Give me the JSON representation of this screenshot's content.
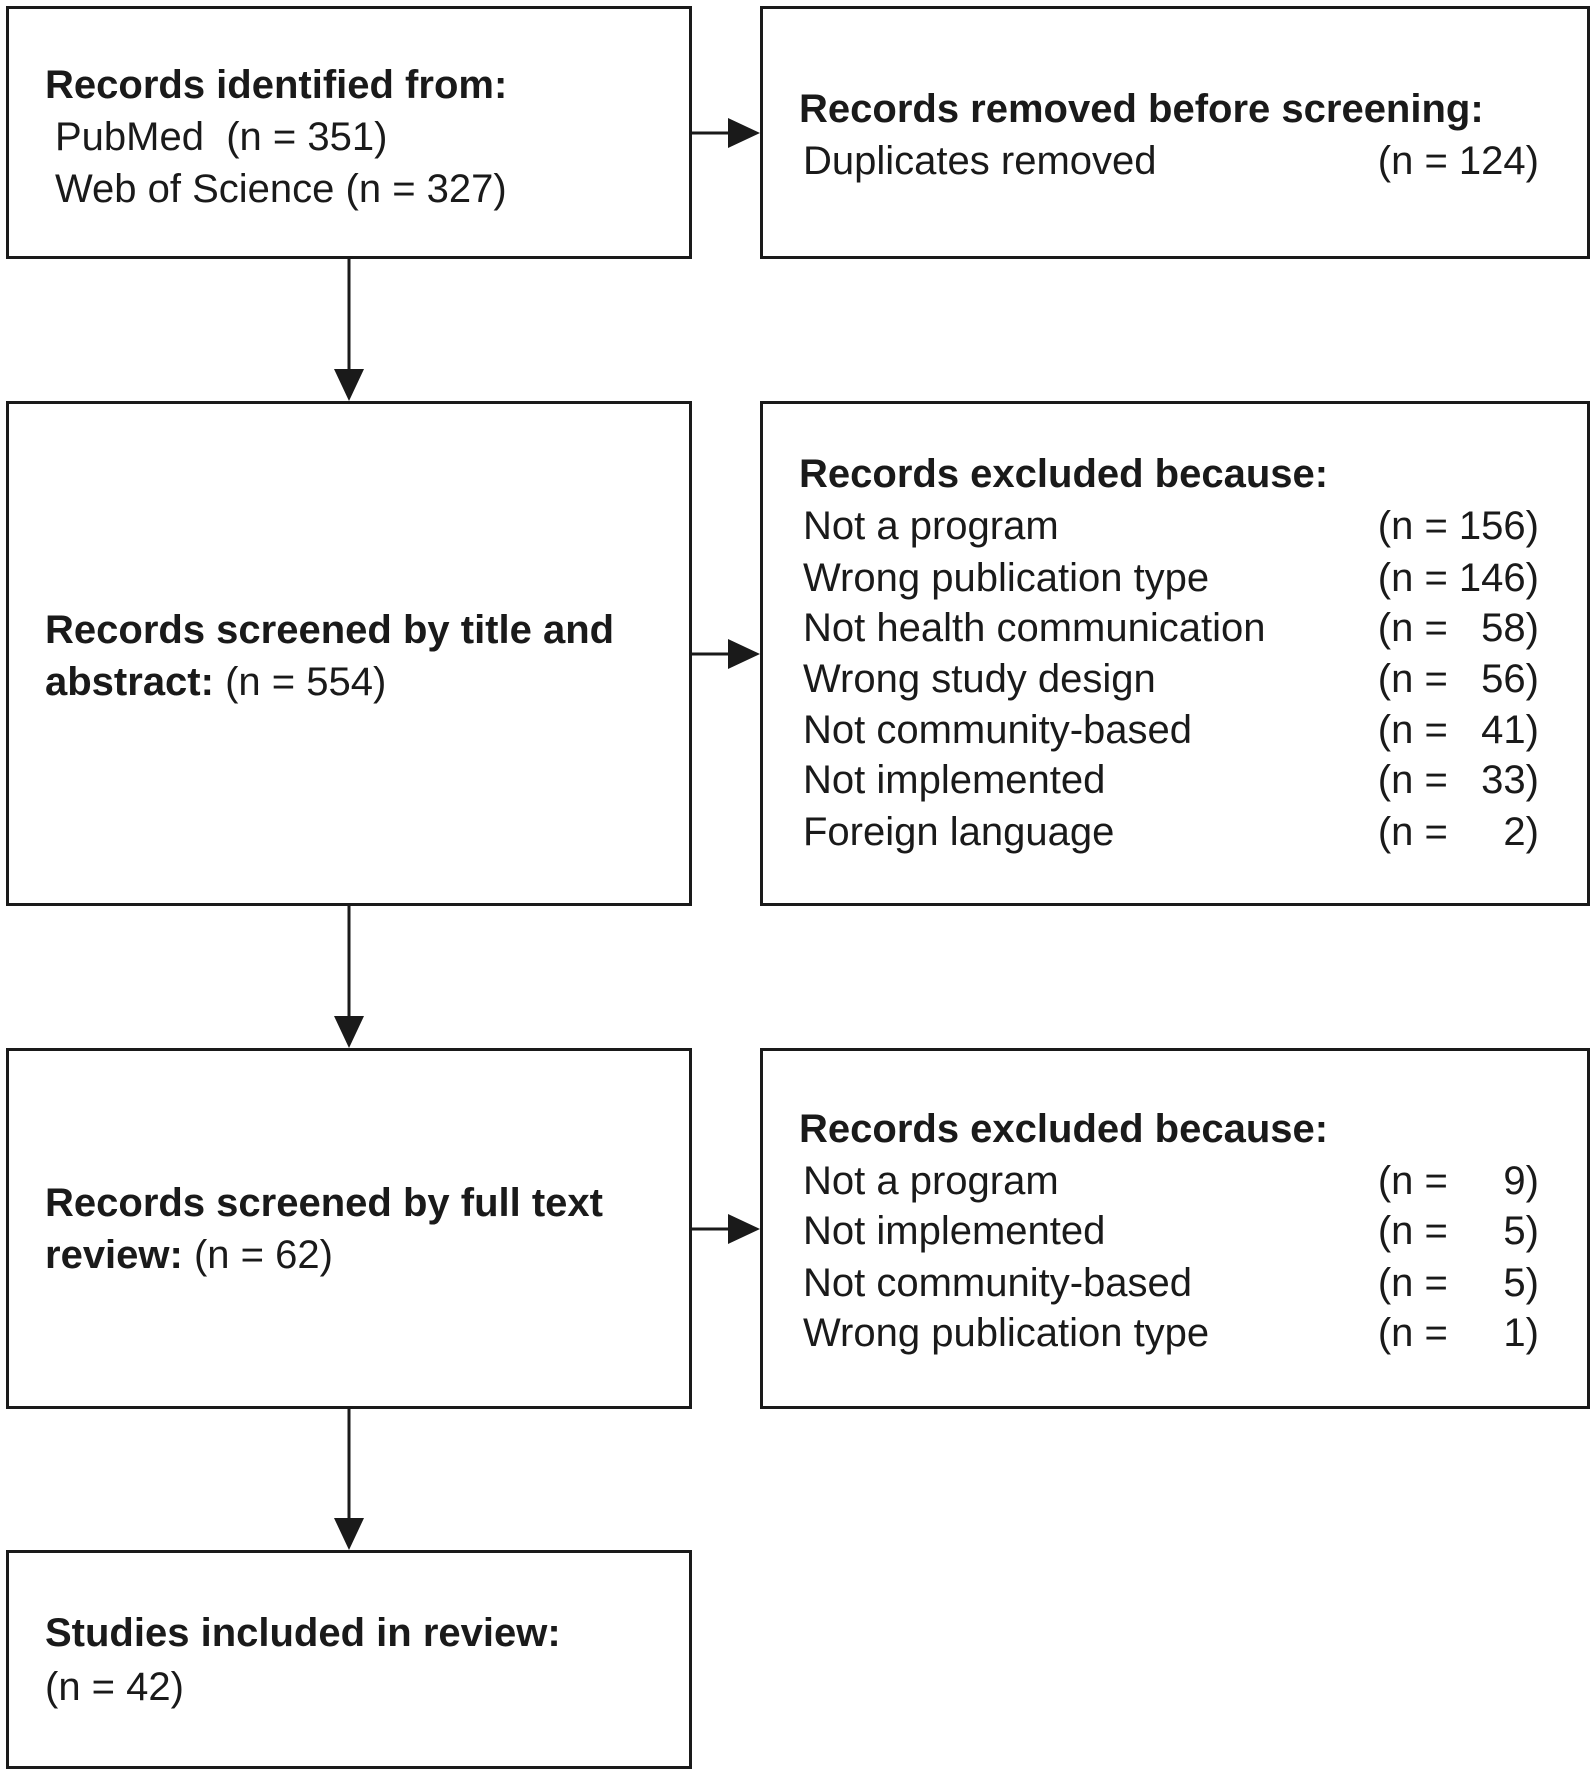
{
  "identification": {
    "heading": "Records identified from:",
    "sources": [
      {
        "text": "PubMed  (n = 351)"
      },
      {
        "text": "Web of Science (n = 327)"
      }
    ]
  },
  "removed": {
    "heading": "Records removed before screening:",
    "items": [
      {
        "label": "Duplicates removed",
        "count": "(n = 124)"
      }
    ]
  },
  "title_abstract": {
    "heading_line1": "Records screened by title and",
    "heading_line2": "abstract:",
    "count": " (n = 554)"
  },
  "excluded_title_abstract": {
    "heading": "Records excluded because:",
    "items": [
      {
        "label": "Not a program",
        "count": "(n = 156)"
      },
      {
        "label": "Wrong publication type",
        "count": "(n = 146)"
      },
      {
        "label": "Not health communication",
        "count": "(n =   58)"
      },
      {
        "label": "Wrong study design",
        "count": "(n =   56)"
      },
      {
        "label": "Not community-based",
        "count": "(n =   41)"
      },
      {
        "label": "Not implemented",
        "count": "(n =   33)"
      },
      {
        "label": "Foreign language",
        "count": "(n =     2)"
      }
    ]
  },
  "full_text": {
    "heading_line1": "Records screened by full text",
    "heading_line2": "review:",
    "count": " (n = 62)"
  },
  "excluded_full_text": {
    "heading": "Records excluded because:",
    "items": [
      {
        "label": "Not a program",
        "count": "(n =     9)"
      },
      {
        "label": "Not implemented",
        "count": "(n =     5)"
      },
      {
        "label": "Not community-based",
        "count": "(n =     5)"
      },
      {
        "label": "Wrong publication type",
        "count": "(n =     1)"
      }
    ]
  },
  "included": {
    "heading": "Studies included in review:",
    "count": "(n = 42)"
  }
}
